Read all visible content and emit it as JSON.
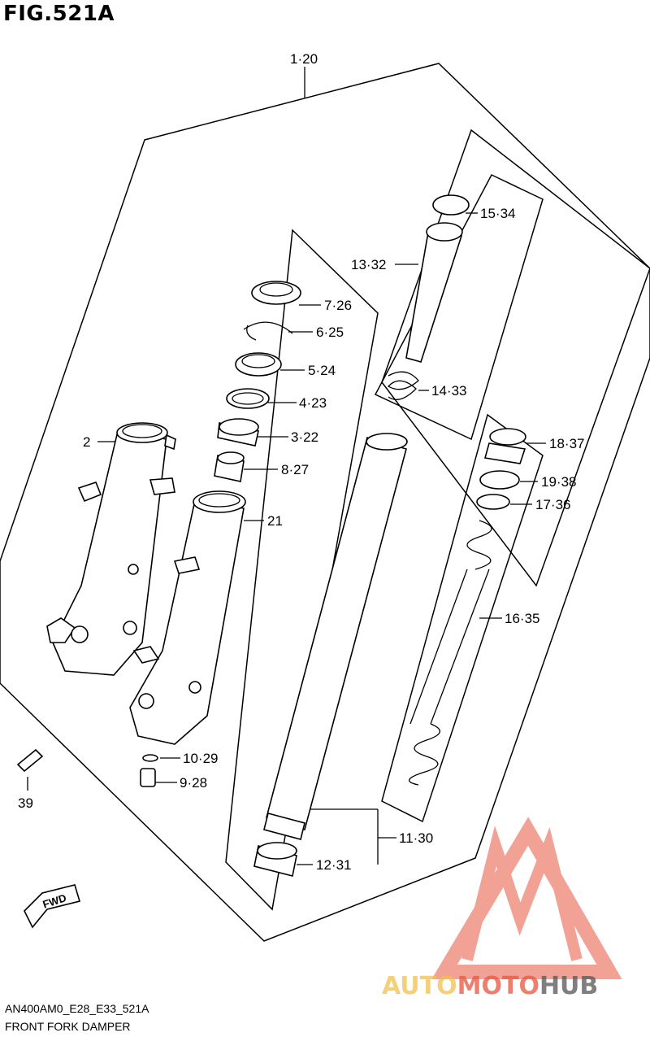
{
  "figure": {
    "title": "FIG.521A",
    "code": "AN400AM0_E28_E33_521A",
    "name": "FRONT FORK DAMPER"
  },
  "callouts": {
    "c1": "1·20",
    "c2": "2",
    "c3": "3·22",
    "c4": "4·23",
    "c5": "5·24",
    "c6": "6·25",
    "c7": "7·26",
    "c8": "8·27",
    "c9": "9·28",
    "c10": "10·29",
    "c11": "11·30",
    "c12": "12·31",
    "c13": "13·32",
    "c14": "14·33",
    "c15": "15·34",
    "c16": "16·35",
    "c17": "17·36",
    "c18": "18·37",
    "c19": "19·38",
    "c21": "21",
    "c39": "39"
  },
  "direction_arrow": {
    "label": "FWD"
  },
  "watermark": {
    "text_part1": "AUTO",
    "text_part2": "MOTO",
    "text_part3": "HUB",
    "colors": {
      "triangle": "#e8553f",
      "auto": "#f2c14e",
      "moto": "#e8553f",
      "hub": "#555555"
    }
  }
}
